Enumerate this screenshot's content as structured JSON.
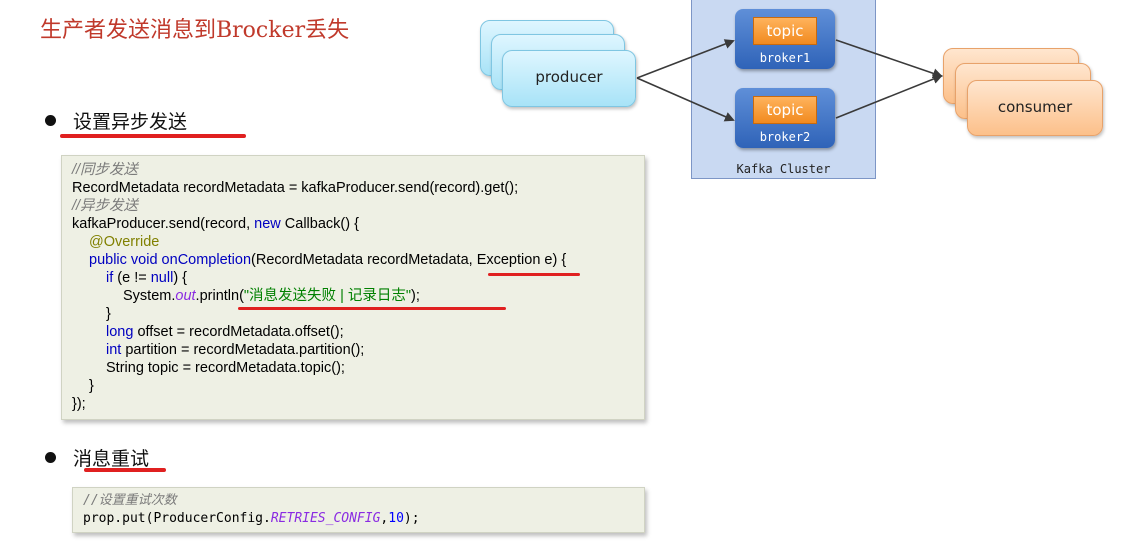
{
  "title": "生产者发送消息到Brocker丢失",
  "sections": [
    {
      "bullet": "设置异步发送"
    },
    {
      "bullet": "消息重试"
    }
  ],
  "code1": {
    "l1": "//同步发送",
    "l2": "RecordMetadata recordMetadata = kafkaProducer.send(record).get();",
    "l3": "//异步发送",
    "l4a": "kafkaProducer.send(record, ",
    "l4b": "new",
    "l4c": " Callback() {",
    "l5": "@Override",
    "l6a": "public",
    "l6b": " ",
    "l6c": "void",
    "l6d": " onCompletion",
    "l6e": "(RecordMetadata recordMetadata, Exception e) {",
    "l7a": "if",
    "l7b": " (e != ",
    "l7c": "null",
    "l7d": ") {",
    "l8a": "System.",
    "l8b": "out",
    "l8c": ".println(",
    "l8d": "\"消息发送失败 | 记录日志\"",
    "l8e": ");",
    "l9": "}",
    "l10a": "long",
    "l10b": " offset = recordMetadata.offset();",
    "l11a": "int",
    "l11b": " partition = recordMetadata.partition();",
    "l12": "String topic = recordMetadata.topic();",
    "l13": "}",
    "l14": "});"
  },
  "code2": {
    "l1": "//设置重试次数",
    "l2a": "prop.put(ProducerConfig.",
    "l2b": "RETRIES_CONFIG",
    "l2c": ",",
    "l2d": "10",
    "l2e": ");"
  },
  "diagram": {
    "producer": "producer",
    "consumer": "consumer",
    "cluster_label": "Kafka Cluster",
    "brokers": [
      {
        "topic": "topic",
        "name": "broker1"
      },
      {
        "topic": "topic",
        "name": "broker2"
      }
    ]
  },
  "colors": {
    "accent_red": "#e02020",
    "title_red": "#c0392b"
  }
}
